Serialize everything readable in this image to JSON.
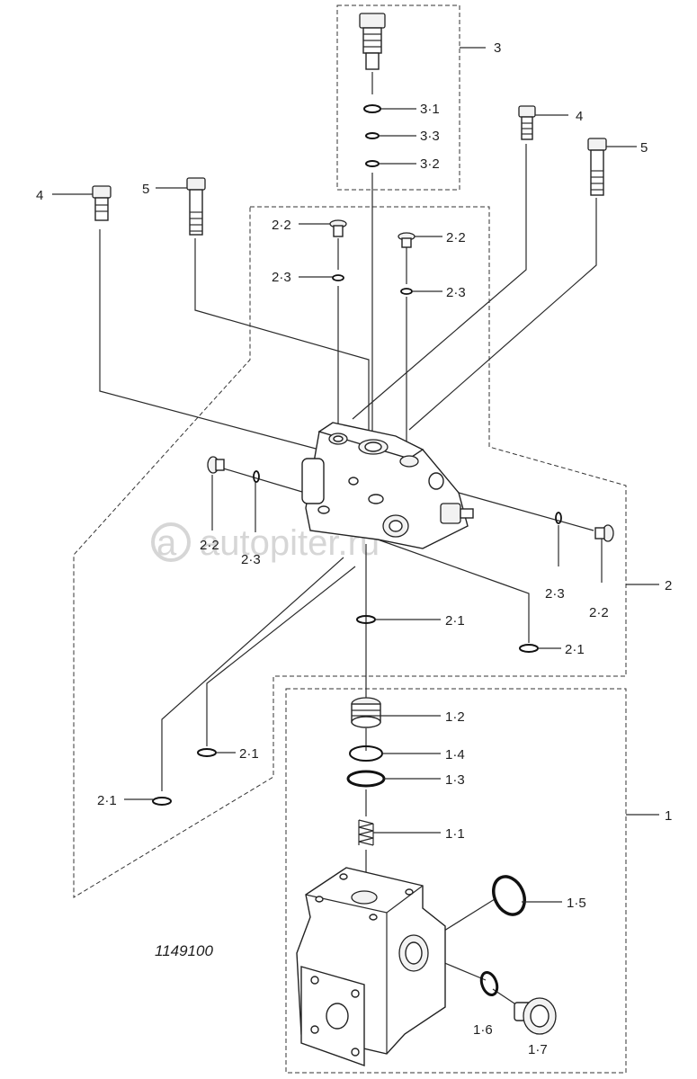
{
  "drawing": {
    "code": "1149100",
    "watermark": "autopiter.ru"
  },
  "callouts": {
    "c3": "3",
    "c3_1": "3·1",
    "c3_3": "3·3",
    "c3_2": "3·2",
    "c4_right": "4",
    "c5_right": "5",
    "c4_left": "4",
    "c5_left": "5",
    "c2_2_a": "2·2",
    "c2_2_b": "2·2",
    "c2_3_a": "2·3",
    "c2_3_b": "2·3",
    "c2_2_c": "2·2",
    "c2_3_c": "2·3",
    "c2_3_d": "2·3",
    "c2_2_d": "2·2",
    "c2": "2",
    "c2_1_a": "2·1",
    "c2_1_b": "2·1",
    "c2_1_c": "2·1",
    "c2_1_d": "2·1",
    "c1_2": "1·2",
    "c1_4": "1·4",
    "c1_3": "1·3",
    "c1_1": "1·1",
    "c1": "1",
    "c1_5": "1·5",
    "c1_6": "1·6",
    "c1_7": "1·7"
  }
}
